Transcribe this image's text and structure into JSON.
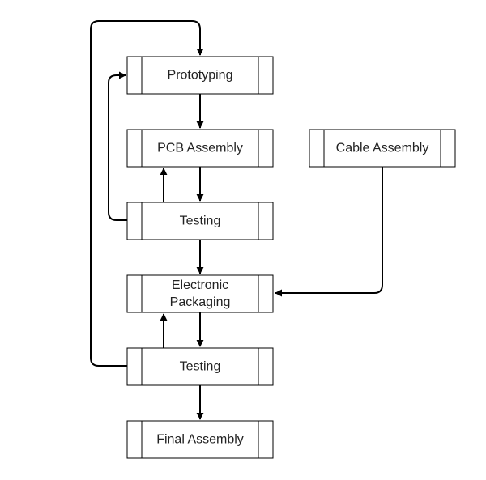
{
  "diagram": {
    "nodes": {
      "prototyping": {
        "lines": [
          "Prototyping"
        ]
      },
      "pcb_assembly": {
        "lines": [
          "PCB Assembly"
        ]
      },
      "testing_1": {
        "lines": [
          "Testing"
        ]
      },
      "electronic_packaging": {
        "lines": [
          "Electronic",
          "Packaging"
        ]
      },
      "testing_2": {
        "lines": [
          "Testing"
        ]
      },
      "final_assembly": {
        "lines": [
          "Final Assembly"
        ]
      },
      "cable_assembly": {
        "lines": [
          "Cable Assembly"
        ]
      }
    },
    "edges": [
      {
        "from": "prototyping",
        "to": "pcb_assembly"
      },
      {
        "from": "pcb_assembly",
        "to": "testing_1"
      },
      {
        "from": "testing_1",
        "to": "pcb_assembly"
      },
      {
        "from": "testing_1",
        "to": "prototyping"
      },
      {
        "from": "testing_1",
        "to": "electronic_packaging"
      },
      {
        "from": "electronic_packaging",
        "to": "testing_2"
      },
      {
        "from": "testing_2",
        "to": "electronic_packaging"
      },
      {
        "from": "testing_2",
        "to": "prototyping"
      },
      {
        "from": "testing_2",
        "to": "final_assembly"
      },
      {
        "from": "cable_assembly",
        "to": "electronic_packaging"
      }
    ]
  }
}
